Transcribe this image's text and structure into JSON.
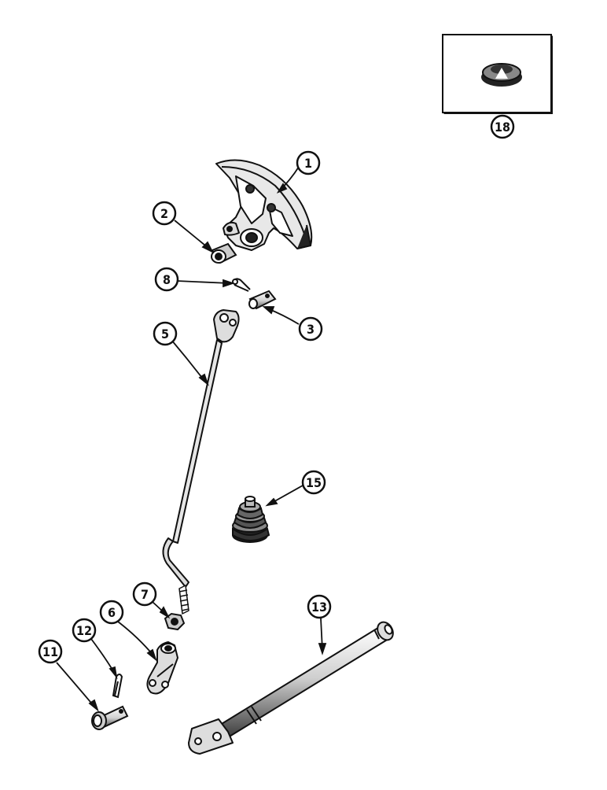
{
  "diagram": {
    "ink_color": "#111111",
    "paper_color": "#ffffff",
    "callouts": [
      {
        "id": "1",
        "label": "1",
        "part": "pedal-quadrant"
      },
      {
        "id": "2",
        "label": "2",
        "part": "bushing"
      },
      {
        "id": "3",
        "label": "3",
        "part": "pin"
      },
      {
        "id": "5",
        "label": "5",
        "part": "pedal-rod"
      },
      {
        "id": "6",
        "label": "6",
        "part": "clevis"
      },
      {
        "id": "7",
        "label": "7",
        "part": "nut"
      },
      {
        "id": "8",
        "label": "8",
        "part": "cotter-pin"
      },
      {
        "id": "11",
        "label": "11",
        "part": "clevis-pin"
      },
      {
        "id": "12",
        "label": "12",
        "part": "cotter-pin"
      },
      {
        "id": "13",
        "label": "13",
        "part": "cross-shaft"
      },
      {
        "id": "15",
        "label": "15",
        "part": "boot"
      },
      {
        "id": "18",
        "label": "18",
        "part": "button-plug"
      }
    ]
  }
}
